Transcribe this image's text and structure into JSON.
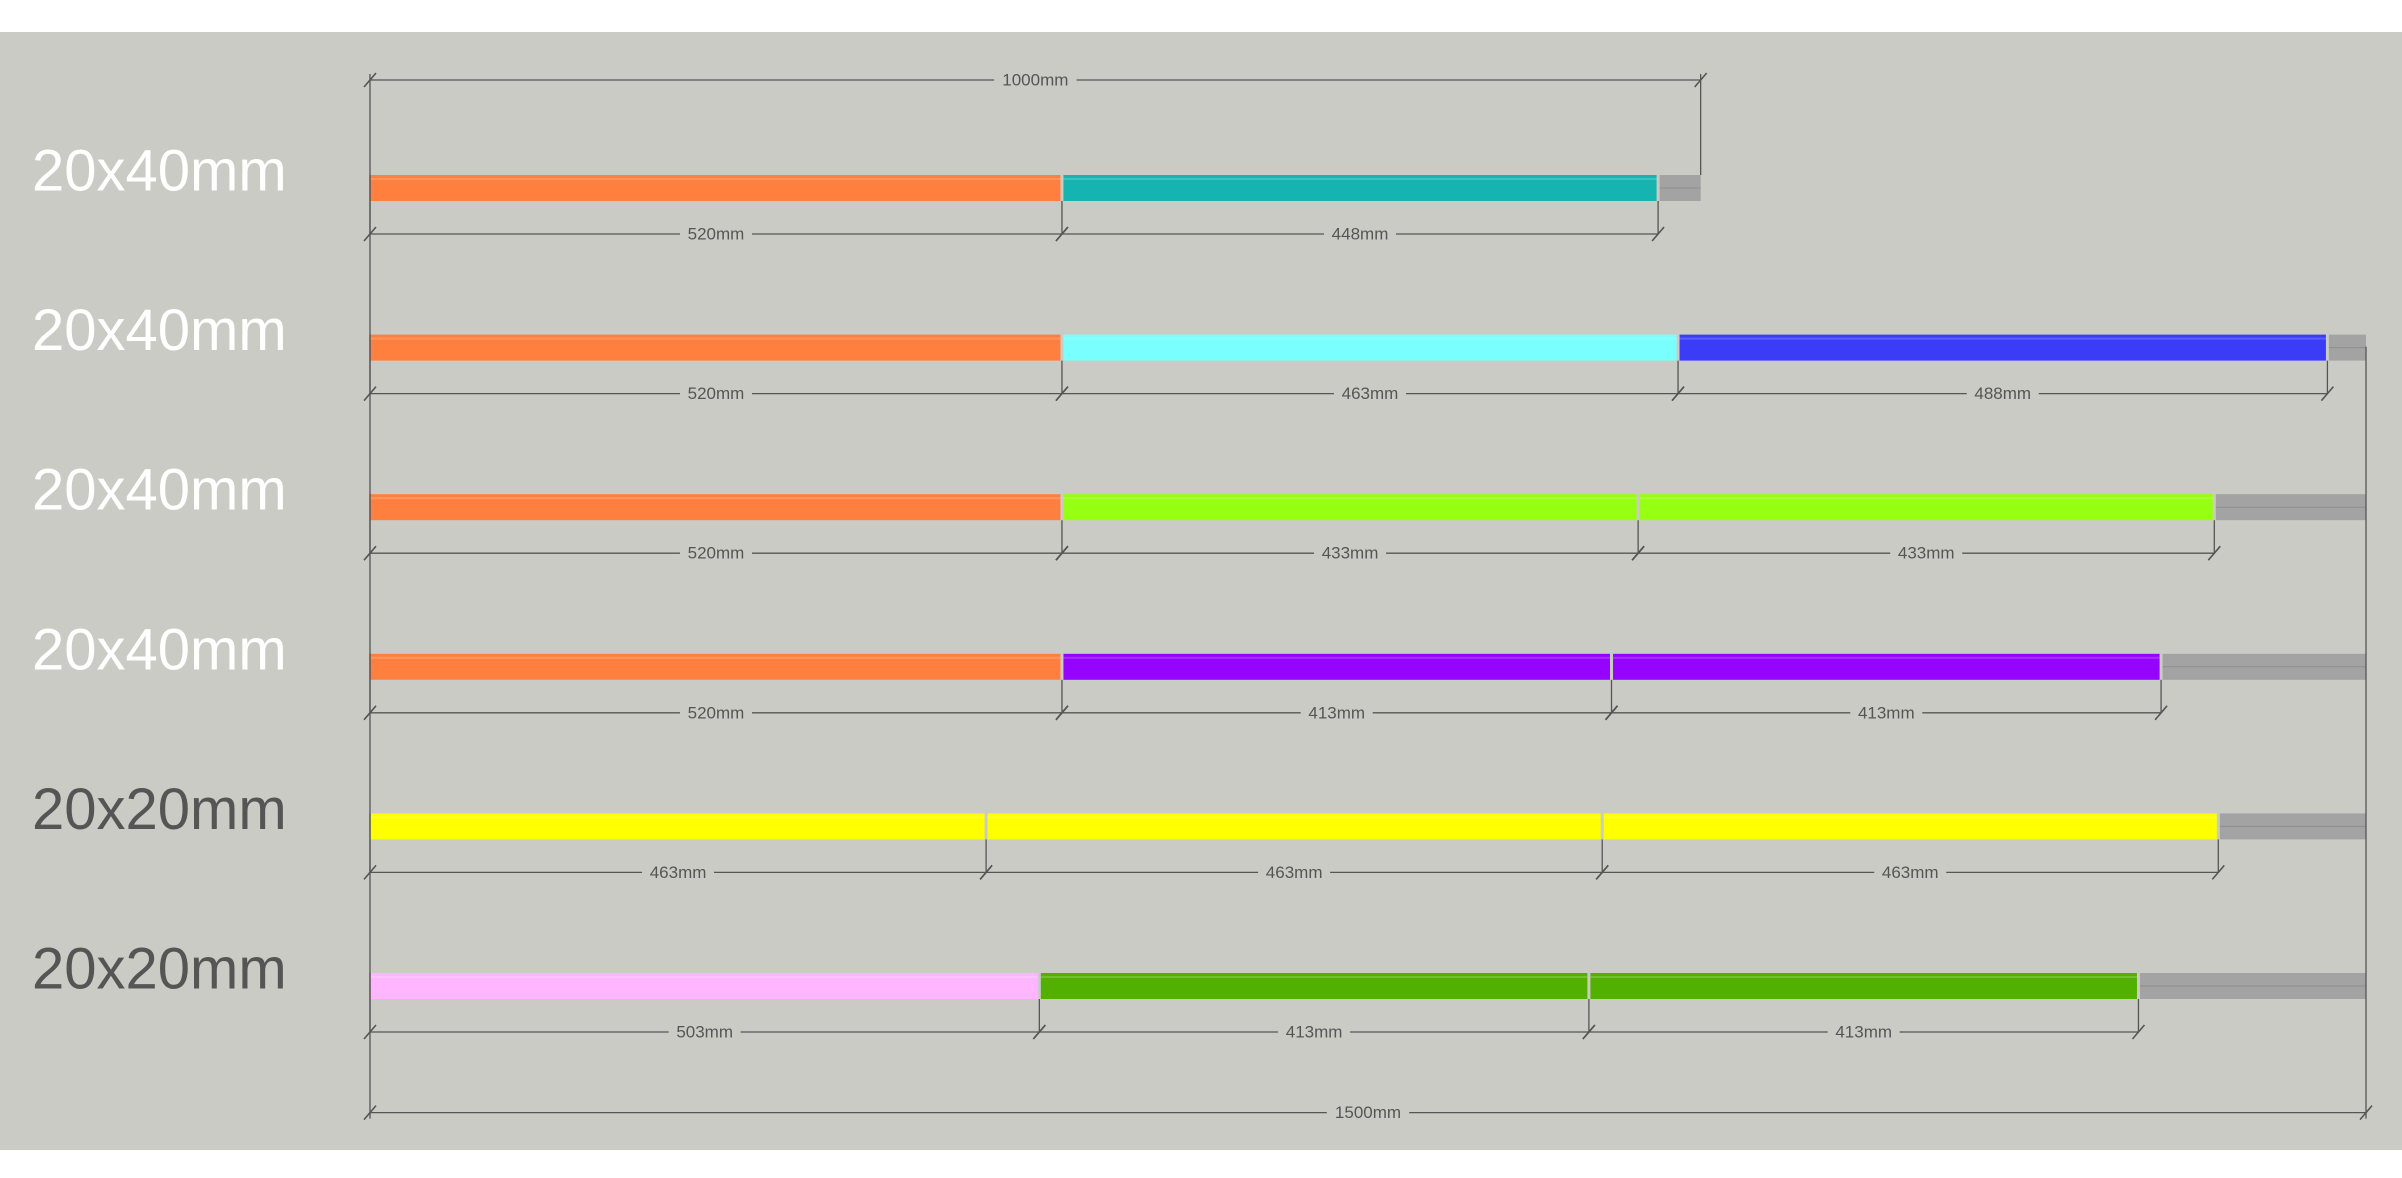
{
  "colors": {
    "background": "#cbcbc6",
    "label_light": "#ffffff",
    "label_dark": "#555555",
    "dimension_line": "#555555",
    "remainder": "#a3a3a3"
  },
  "overall": {
    "top_length": "1000mm",
    "bottom_length": "1500mm"
  },
  "rows": [
    {
      "label": "20x40mm",
      "label_style": "light",
      "stock_mm": 1000,
      "pieces": [
        {
          "mm": 520,
          "text": "520mm",
          "color": "#ff7f3f"
        },
        {
          "mm": 448,
          "text": "448mm",
          "color": "#16b4b0"
        }
      ]
    },
    {
      "label": "20x40mm",
      "label_style": "light",
      "stock_mm": 1500,
      "pieces": [
        {
          "mm": 520,
          "text": "520mm",
          "color": "#ff7f3f"
        },
        {
          "mm": 463,
          "text": "463mm",
          "color": "#7affff"
        },
        {
          "mm": 488,
          "text": "488mm",
          "color": "#3a3cf8"
        }
      ]
    },
    {
      "label": "20x40mm",
      "label_style": "light",
      "stock_mm": 1500,
      "pieces": [
        {
          "mm": 520,
          "text": "520mm",
          "color": "#ff7f3f"
        },
        {
          "mm": 433,
          "text": "433mm",
          "color": "#96ff12"
        },
        {
          "mm": 433,
          "text": "433mm",
          "color": "#96ff12"
        }
      ]
    },
    {
      "label": "20x40mm",
      "label_style": "light",
      "stock_mm": 1500,
      "pieces": [
        {
          "mm": 520,
          "text": "520mm",
          "color": "#ff7f3f"
        },
        {
          "mm": 413,
          "text": "413mm",
          "color": "#9404ff"
        },
        {
          "mm": 413,
          "text": "413mm",
          "color": "#9404ff"
        }
      ]
    },
    {
      "label": "20x20mm",
      "label_style": "dark",
      "stock_mm": 1500,
      "pieces": [
        {
          "mm": 463,
          "text": "463mm",
          "color": "#ffff00"
        },
        {
          "mm": 463,
          "text": "463mm",
          "color": "#ffff00"
        },
        {
          "mm": 463,
          "text": "463mm",
          "color": "#ffff00"
        }
      ]
    },
    {
      "label": "20x20mm",
      "label_style": "dark",
      "stock_mm": 1500,
      "pieces": [
        {
          "mm": 503,
          "text": "503mm",
          "color": "#ffb6ff"
        },
        {
          "mm": 413,
          "text": "413mm",
          "color": "#52b000"
        },
        {
          "mm": 413,
          "text": "413mm",
          "color": "#52b000"
        }
      ]
    }
  ]
}
